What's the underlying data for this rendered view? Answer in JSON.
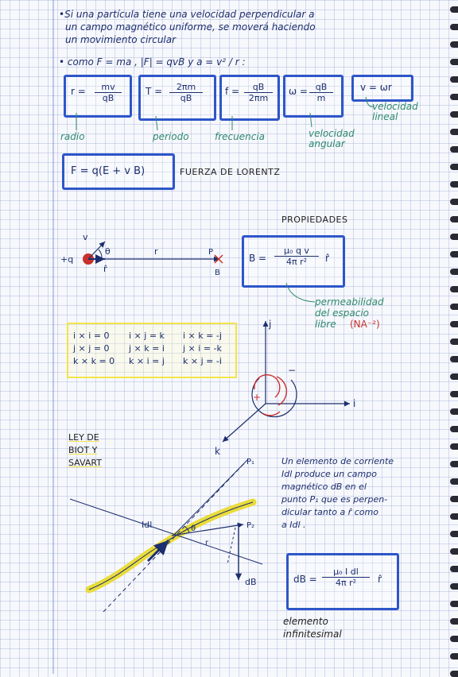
{
  "intro": {
    "line1": "•Si una partícula tiene una velocidad perpendicular a",
    "line2": "un campo magnético uniforme, se moverá haciendo",
    "line3": "un movimiento circular",
    "como": "• como F = ma ,  |F| = qvB  y  a = v² / r :"
  },
  "formulas": {
    "radio": {
      "lhs": "r =",
      "num": "mv",
      "den": "qB",
      "label": "radio"
    },
    "periodo": {
      "lhs": "T =",
      "num": "2πm",
      "den": "qB",
      "label": "periodo"
    },
    "frecuencia": {
      "lhs": "f =",
      "num": "qB",
      "den": "2πm",
      "label": "frecuencia"
    },
    "angular": {
      "lhs": "ω =",
      "num": "qB",
      "den": "m",
      "label": "velocidad angular"
    },
    "lineal": {
      "text": "v = ωr",
      "label": "velocidad lineal"
    }
  },
  "lorentz": {
    "formula": "F = q(E + v B)",
    "label": "FUERZA DE LORENTZ"
  },
  "propiedades": {
    "title": "PROPIEDADES"
  },
  "charge": {
    "q": "+q",
    "theta": "θ",
    "v": "v",
    "r": "r",
    "rhat": "r̂",
    "p": "P",
    "b": "B"
  },
  "bfield": {
    "lhs": "B =",
    "num": "μ₀ q v",
    "den": "4π r²",
    "unit": "r̂"
  },
  "permeabilidad": {
    "line1": "permeabilidad",
    "line2": "del espacio",
    "line3": "libre",
    "unit": "(NA⁻²)"
  },
  "cross": {
    "col1": [
      "i × i = 0",
      "j × j = 0",
      "k × k = 0"
    ],
    "col2": [
      "i × j = k",
      "j × k = i",
      "k × i = j"
    ],
    "col3": [
      "i × k = -j",
      "j × i = -k",
      "k × j = -i"
    ]
  },
  "axes": {
    "i": "i",
    "j": "j",
    "k": "k",
    "plus": "+",
    "minus": "−"
  },
  "biot": {
    "title1": "LEY DE",
    "title2": "BIOT Y",
    "title3": "SAVART"
  },
  "element": {
    "lines": [
      "Un elemento de corriente",
      "Idl produce un campo",
      "magnético dB en el",
      "punto P₁ que es perpen-",
      "dicular tanto a r̂ como",
      "a Idl ."
    ],
    "idl": "Idl",
    "p1": "P₁",
    "p2": "P₂",
    "theta": "θ",
    "r": "r",
    "db": "dB"
  },
  "db_formula": {
    "lhs": "dB =",
    "num": "μ₀ I dl",
    "den": "4π r²",
    "unit": "r̂"
  },
  "infinitesimal": {
    "line1": "elemento",
    "line2": "infinitesimal"
  },
  "colors": {
    "blue": "#2d56c9",
    "yellow": "#f3e44a",
    "green": "#2e8a6e",
    "red": "#c9302c"
  }
}
